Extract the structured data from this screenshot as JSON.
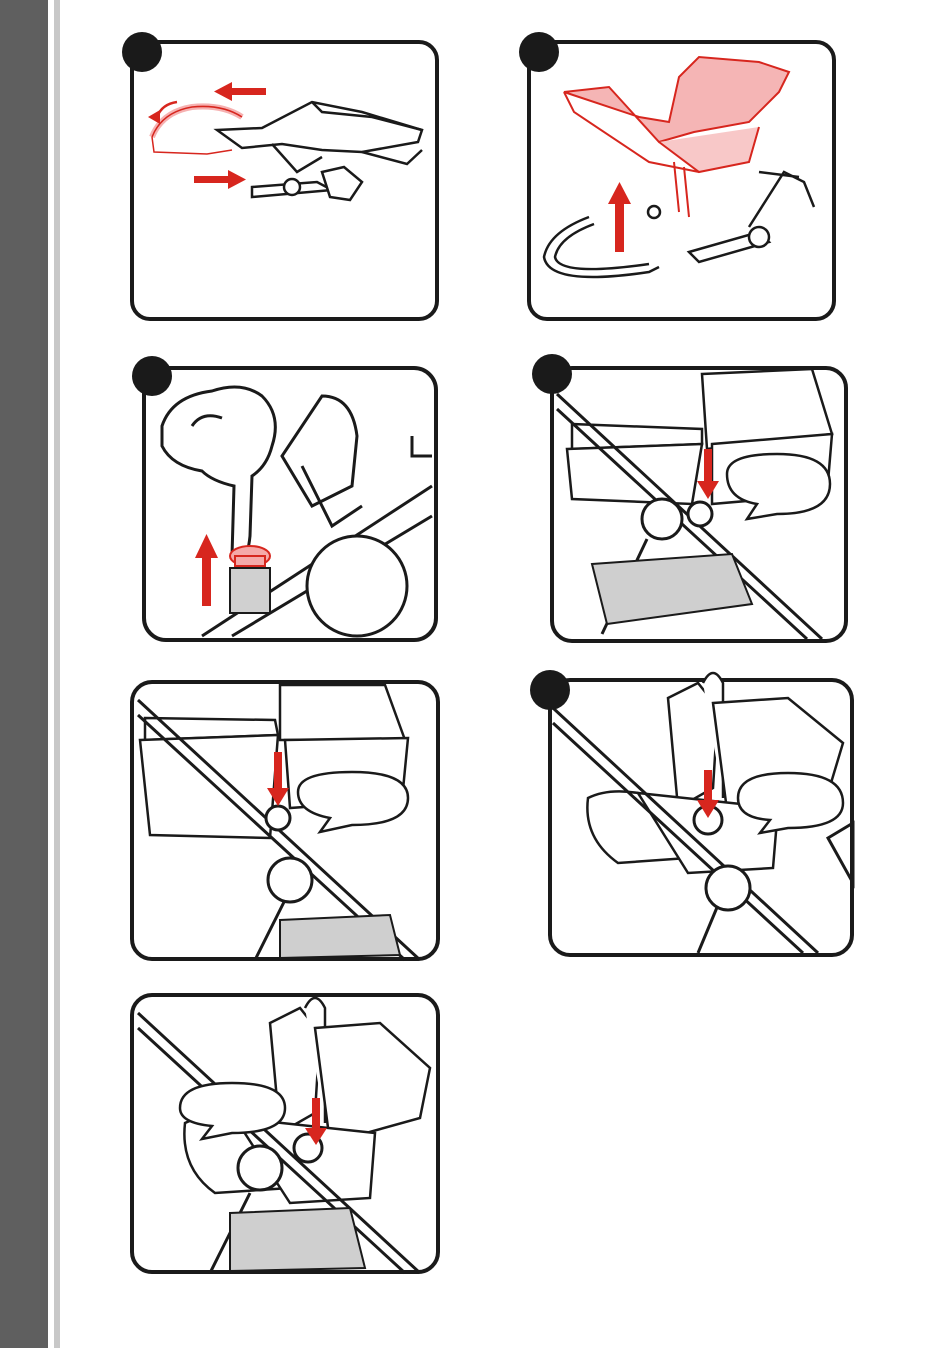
{
  "page": {
    "colors": {
      "sidebar": "#5f5f5f",
      "sideline": "#c8c8c8",
      "accent_red": "#d7261e",
      "highlight_pink": "#f5a9a9",
      "outline": "#1a1a1a",
      "badge": "#1a1a1a"
    }
  },
  "panels": [
    {
      "id": "remove-canopy-frame",
      "has_badge": true,
      "icons": [
        "canopy-frame-icon",
        "red-arrow-left-icon",
        "red-arrow-right-icon",
        "rotate-arrow-icon"
      ]
    },
    {
      "id": "lift-seat-fabric",
      "has_badge": true,
      "icons": [
        "seat-fabric-highlight-icon",
        "red-arrow-up-icon",
        "bumper-bar-icon"
      ]
    },
    {
      "id": "press-release-button",
      "has_badge": true,
      "icons": [
        "hand-icon",
        "release-button-icon",
        "red-arrow-up-icon"
      ]
    },
    {
      "id": "attach-carrycot-a",
      "has_badge": true,
      "icons": [
        "carrycot-icon",
        "red-arrow-down-icon",
        "speech-bubble-icon"
      ]
    },
    {
      "id": "attach-carrycot-b",
      "has_badge": false,
      "icons": [
        "carrycot-icon",
        "red-arrow-down-icon",
        "speech-bubble-icon"
      ]
    },
    {
      "id": "attach-car-seat-a",
      "has_badge": true,
      "icons": [
        "car-seat-icon",
        "red-arrow-down-icon",
        "speech-bubble-icon"
      ]
    },
    {
      "id": "attach-car-seat-b",
      "has_badge": false,
      "icons": [
        "car-seat-icon",
        "red-arrow-down-icon",
        "speech-bubble-icon"
      ]
    }
  ]
}
